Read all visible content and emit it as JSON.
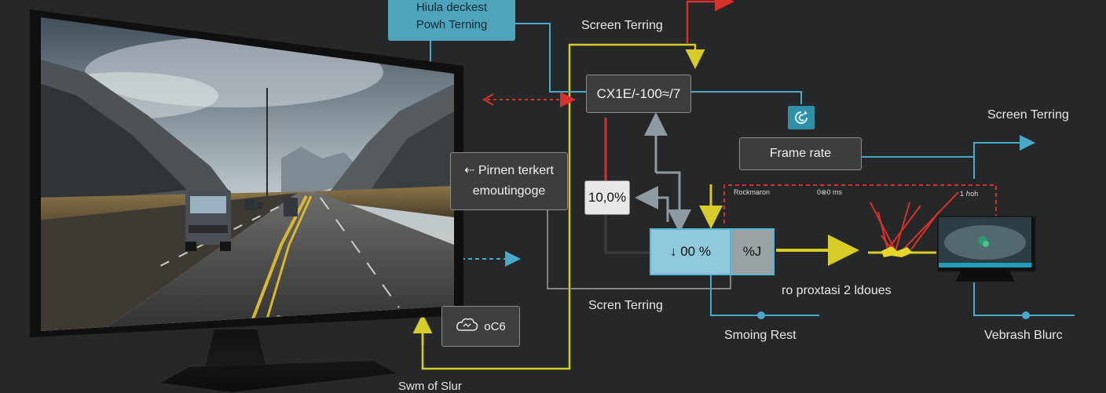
{
  "boxes": {
    "top_teal_line1": "Hiula deckest",
    "top_teal_line2": "Powh Terning",
    "formula": "CX1E/-100≈/7",
    "frame_rate": "Frame rate",
    "left_line1": "⇠ Pirnen terkert",
    "left_line2": "emoutingoge",
    "pct_small": "10,0%",
    "pct_main": "↓ 00 %",
    "pct_side": "%J",
    "icon_badge_text": "oC6"
  },
  "labels": {
    "screen_tearing_top": "Screen Terring",
    "screen_tearing_right": "Screen Terring",
    "screen_tearing_mid": "Scren Terring",
    "proxtasi": "ro proxtasi 2 ldoues",
    "smoing_rest": "Smoing Rest",
    "vebrash_blurc": "Vebrash Blurc",
    "swim_of_slur": "Swm of Slur",
    "small_rockmaron": "Rockmaron",
    "small_ms": "0⊗0 ms",
    "small_hour": "1 ℎoh"
  },
  "icons": {
    "badge": "refresh-swirl-icon",
    "cloud": "cloud-icon"
  },
  "colors": {
    "background": "#262728",
    "teal": "#4fa3bb",
    "yellow": "#d7cb2a",
    "red": "#d8312c",
    "blue_line": "#4aa8c8",
    "gray_line": "#8e9aa0"
  }
}
